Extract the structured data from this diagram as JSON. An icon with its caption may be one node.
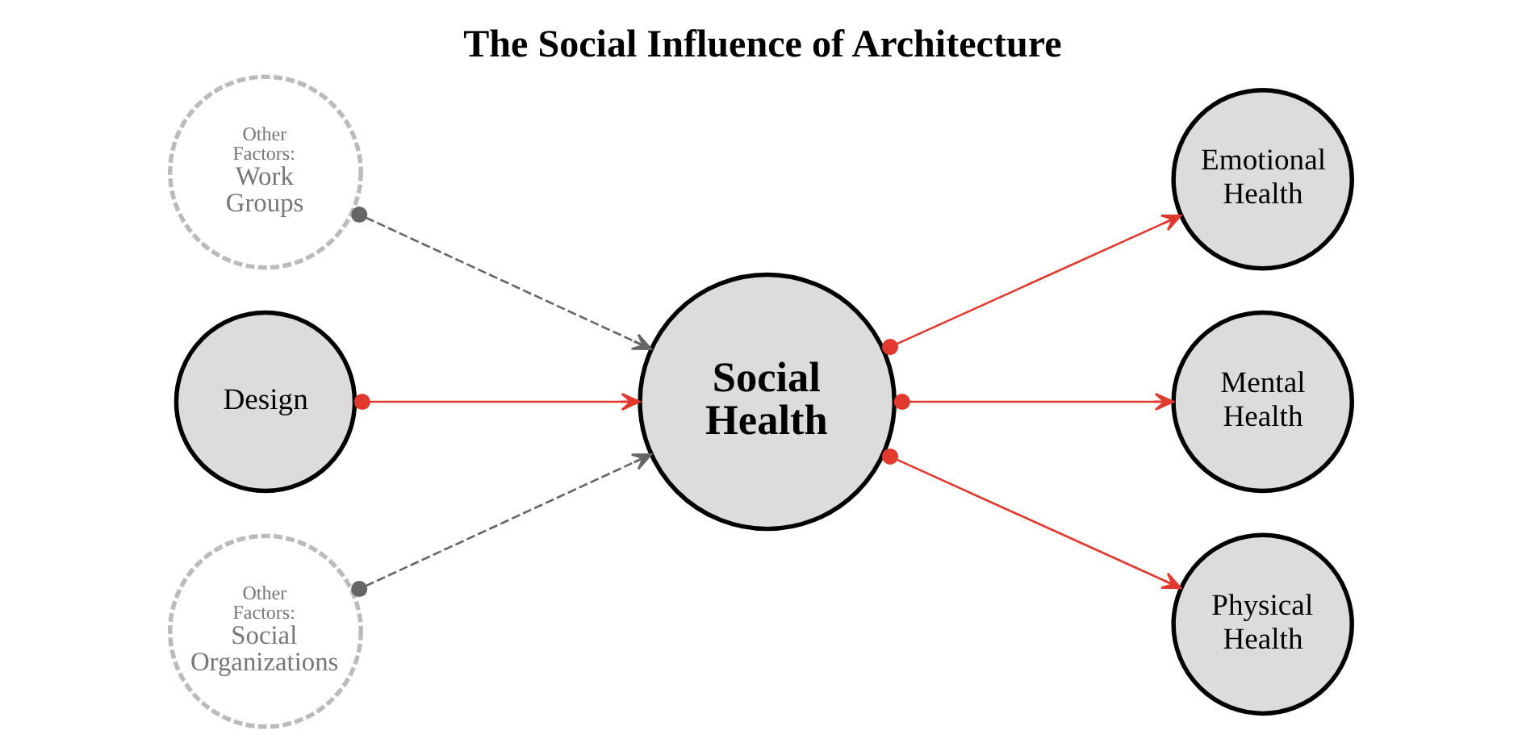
{
  "diagram": {
    "title": "The Social Influence of Architecture",
    "nodes": [
      {
        "text": [
          "Other Factors:",
          "Work Groups"
        ]
      },
      {
        "text": [
          "Design"
        ]
      },
      {
        "text": [
          "Other Factors:",
          "Social Organizations"
        ]
      },
      {
        "text": [
          "Social Health"
        ]
      },
      {
        "text": [
          "Emotional Health"
        ]
      },
      {
        "text": [
          "Mental Health"
        ]
      },
      {
        "text": [
          "Physical Health"
        ]
      }
    ],
    "edges": [
      {
        "from": 0,
        "to": 3,
        "arrow": "to",
        "style": "dashed",
        "color": "#666666"
      },
      {
        "from": 1,
        "to": 3,
        "arrow": "to"
      },
      {
        "from": 2,
        "to": 3,
        "arrow": "to",
        "style": "dashed",
        "color": "#666666"
      },
      {
        "from": 3,
        "to": 4,
        "arrow": "to"
      },
      {
        "from": 3,
        "to": 5,
        "arrow": "to"
      },
      {
        "from": 3,
        "to": 6,
        "arrow": "to"
      }
    ]
  }
}
